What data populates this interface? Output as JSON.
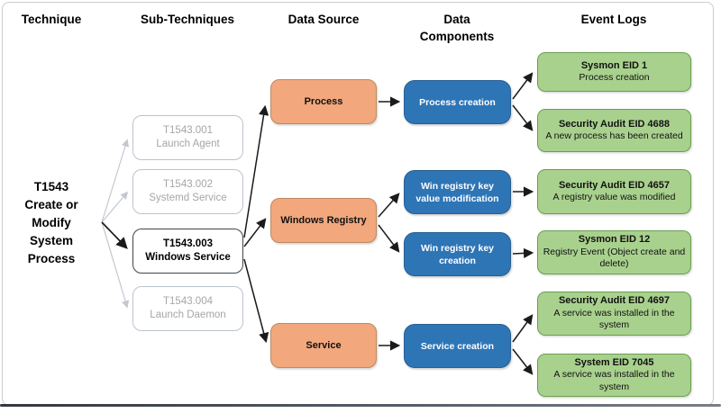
{
  "colors": {
    "source_fill": "#F2A77C",
    "component_fill": "#2E75B6",
    "event_fill": "#A9D18E",
    "event_border": "#6A9E4F",
    "inactive_text": "#A6A6A6",
    "line_black": "#1A1A1A",
    "line_gray": "#C3C8CF"
  },
  "headers": {
    "technique": "Technique",
    "subtechniques": "Sub-Techniques",
    "data_source": "Data Source",
    "data_components": "Data Components",
    "event_logs": "Event Logs"
  },
  "technique": {
    "id": "T1543",
    "name": "Create or Modify System Process"
  },
  "subtechniques": [
    {
      "id": "T1543.001",
      "name": "Launch Agent"
    },
    {
      "id": "T1543.002",
      "name": "Systemd Service"
    },
    {
      "id": "T1543.003",
      "name": "Windows Service"
    },
    {
      "id": "T1543.004",
      "name": "Launch Daemon"
    }
  ],
  "data_sources": [
    {
      "label": "Process"
    },
    {
      "label": "Windows Registry"
    },
    {
      "label": "Service"
    }
  ],
  "data_components": [
    {
      "label": "Process creation"
    },
    {
      "label": "Win registry key value modification"
    },
    {
      "label": "Win registry key creation"
    },
    {
      "label": "Service creation"
    }
  ],
  "event_logs": [
    {
      "title": "Sysmon EID 1",
      "description": "Process creation"
    },
    {
      "title": "Security Audit EID 4688",
      "description": "A new process has been created"
    },
    {
      "title": "Security Audit EID 4657",
      "description": "A registry value was modified"
    },
    {
      "title": "Sysmon EID 12",
      "description": "Registry Event (Object create and delete)"
    },
    {
      "title": "Security Audit EID 4697",
      "description": "A service was installed in the system"
    },
    {
      "title": "System EID 7045",
      "description": "A service was installed in the system"
    }
  ]
}
